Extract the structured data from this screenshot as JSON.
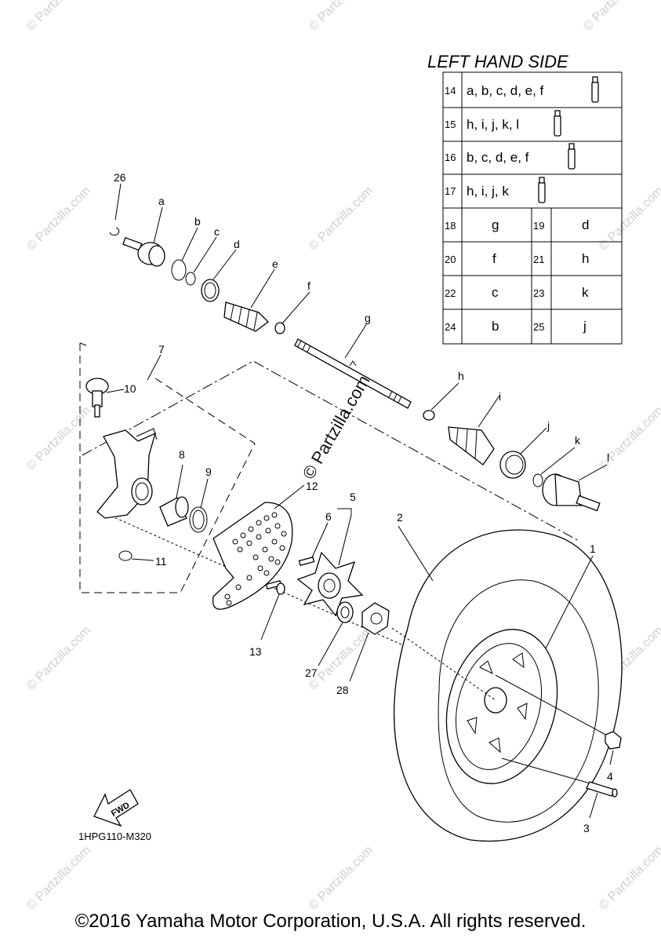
{
  "table": {
    "title": "LEFT HAND SIDE",
    "kits": [
      {
        "num": "14",
        "letters": "a, b, c, d, e, f"
      },
      {
        "num": "15",
        "letters": "h, i, j, k, l"
      },
      {
        "num": "16",
        "letters": "b, c, d, e, f"
      },
      {
        "num": "17",
        "letters": "h, i, j, k"
      }
    ],
    "pairs": [
      {
        "n1": "18",
        "v1": "g",
        "n2": "19",
        "v2": "d"
      },
      {
        "n1": "20",
        "v1": "f",
        "n2": "21",
        "v2": "h"
      },
      {
        "n1": "22",
        "v1": "c",
        "n2": "23",
        "v2": "k"
      },
      {
        "n1": "24",
        "v1": "b",
        "n2": "25",
        "v2": "j"
      }
    ]
  },
  "callouts": {
    "n1": "1",
    "n2": "2",
    "n3": "3",
    "n4": "4",
    "n5": "5",
    "n6": "6",
    "n7": "7",
    "n8": "8",
    "n9": "9",
    "n10": "10",
    "n11": "11",
    "n12": "12",
    "n13": "13",
    "n26": "26",
    "n27": "27",
    "n28": "28",
    "a": "a",
    "b": "b",
    "c": "c",
    "d": "d",
    "e": "e",
    "f": "f",
    "g": "g",
    "h": "h",
    "i": "i",
    "j": "j",
    "k": "k",
    "l": "l"
  },
  "fwd_label": "FWD",
  "diagram_code": "1HPG110-M320",
  "watermark": "© Partzilla.com",
  "watermark_small": "© Partzilla.com",
  "copyright": "©2016 Yamaha Motor Corporation, U.S.A. All rights reserved."
}
